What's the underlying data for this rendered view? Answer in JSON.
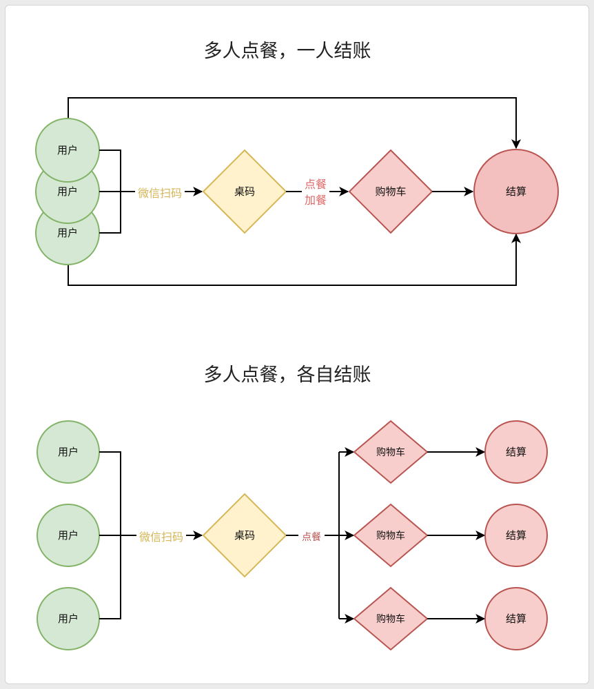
{
  "diagram_top": {
    "title": "多人点餐，一人结账",
    "users": [
      "用户",
      "用户",
      "用户"
    ],
    "scan_label": "微信扫码",
    "table_code": "桌码",
    "order_label_line1": "点餐",
    "order_label_line2": "加餐",
    "cart": "购物车",
    "checkout": "结算"
  },
  "diagram_bottom": {
    "title": "多人点餐，各自结账",
    "users": [
      "用户",
      "用户",
      "用户"
    ],
    "scan_label": "微信扫码",
    "table_code": "桌码",
    "order_label": "点餐",
    "carts": [
      "购物车",
      "购物车",
      "购物车"
    ],
    "checkouts": [
      "结算",
      "结算",
      "结算"
    ]
  },
  "colors": {
    "user_fill": "#d5e8d4",
    "user_stroke": "#82b366",
    "table_fill": "#fff2cc",
    "table_stroke": "#d6b656",
    "cart_fill": "#f8cecc",
    "cart_stroke": "#b85450",
    "scan_text": "#d6b656",
    "order_text_top": "#e06666",
    "order_text_bottom": "#b85450"
  }
}
